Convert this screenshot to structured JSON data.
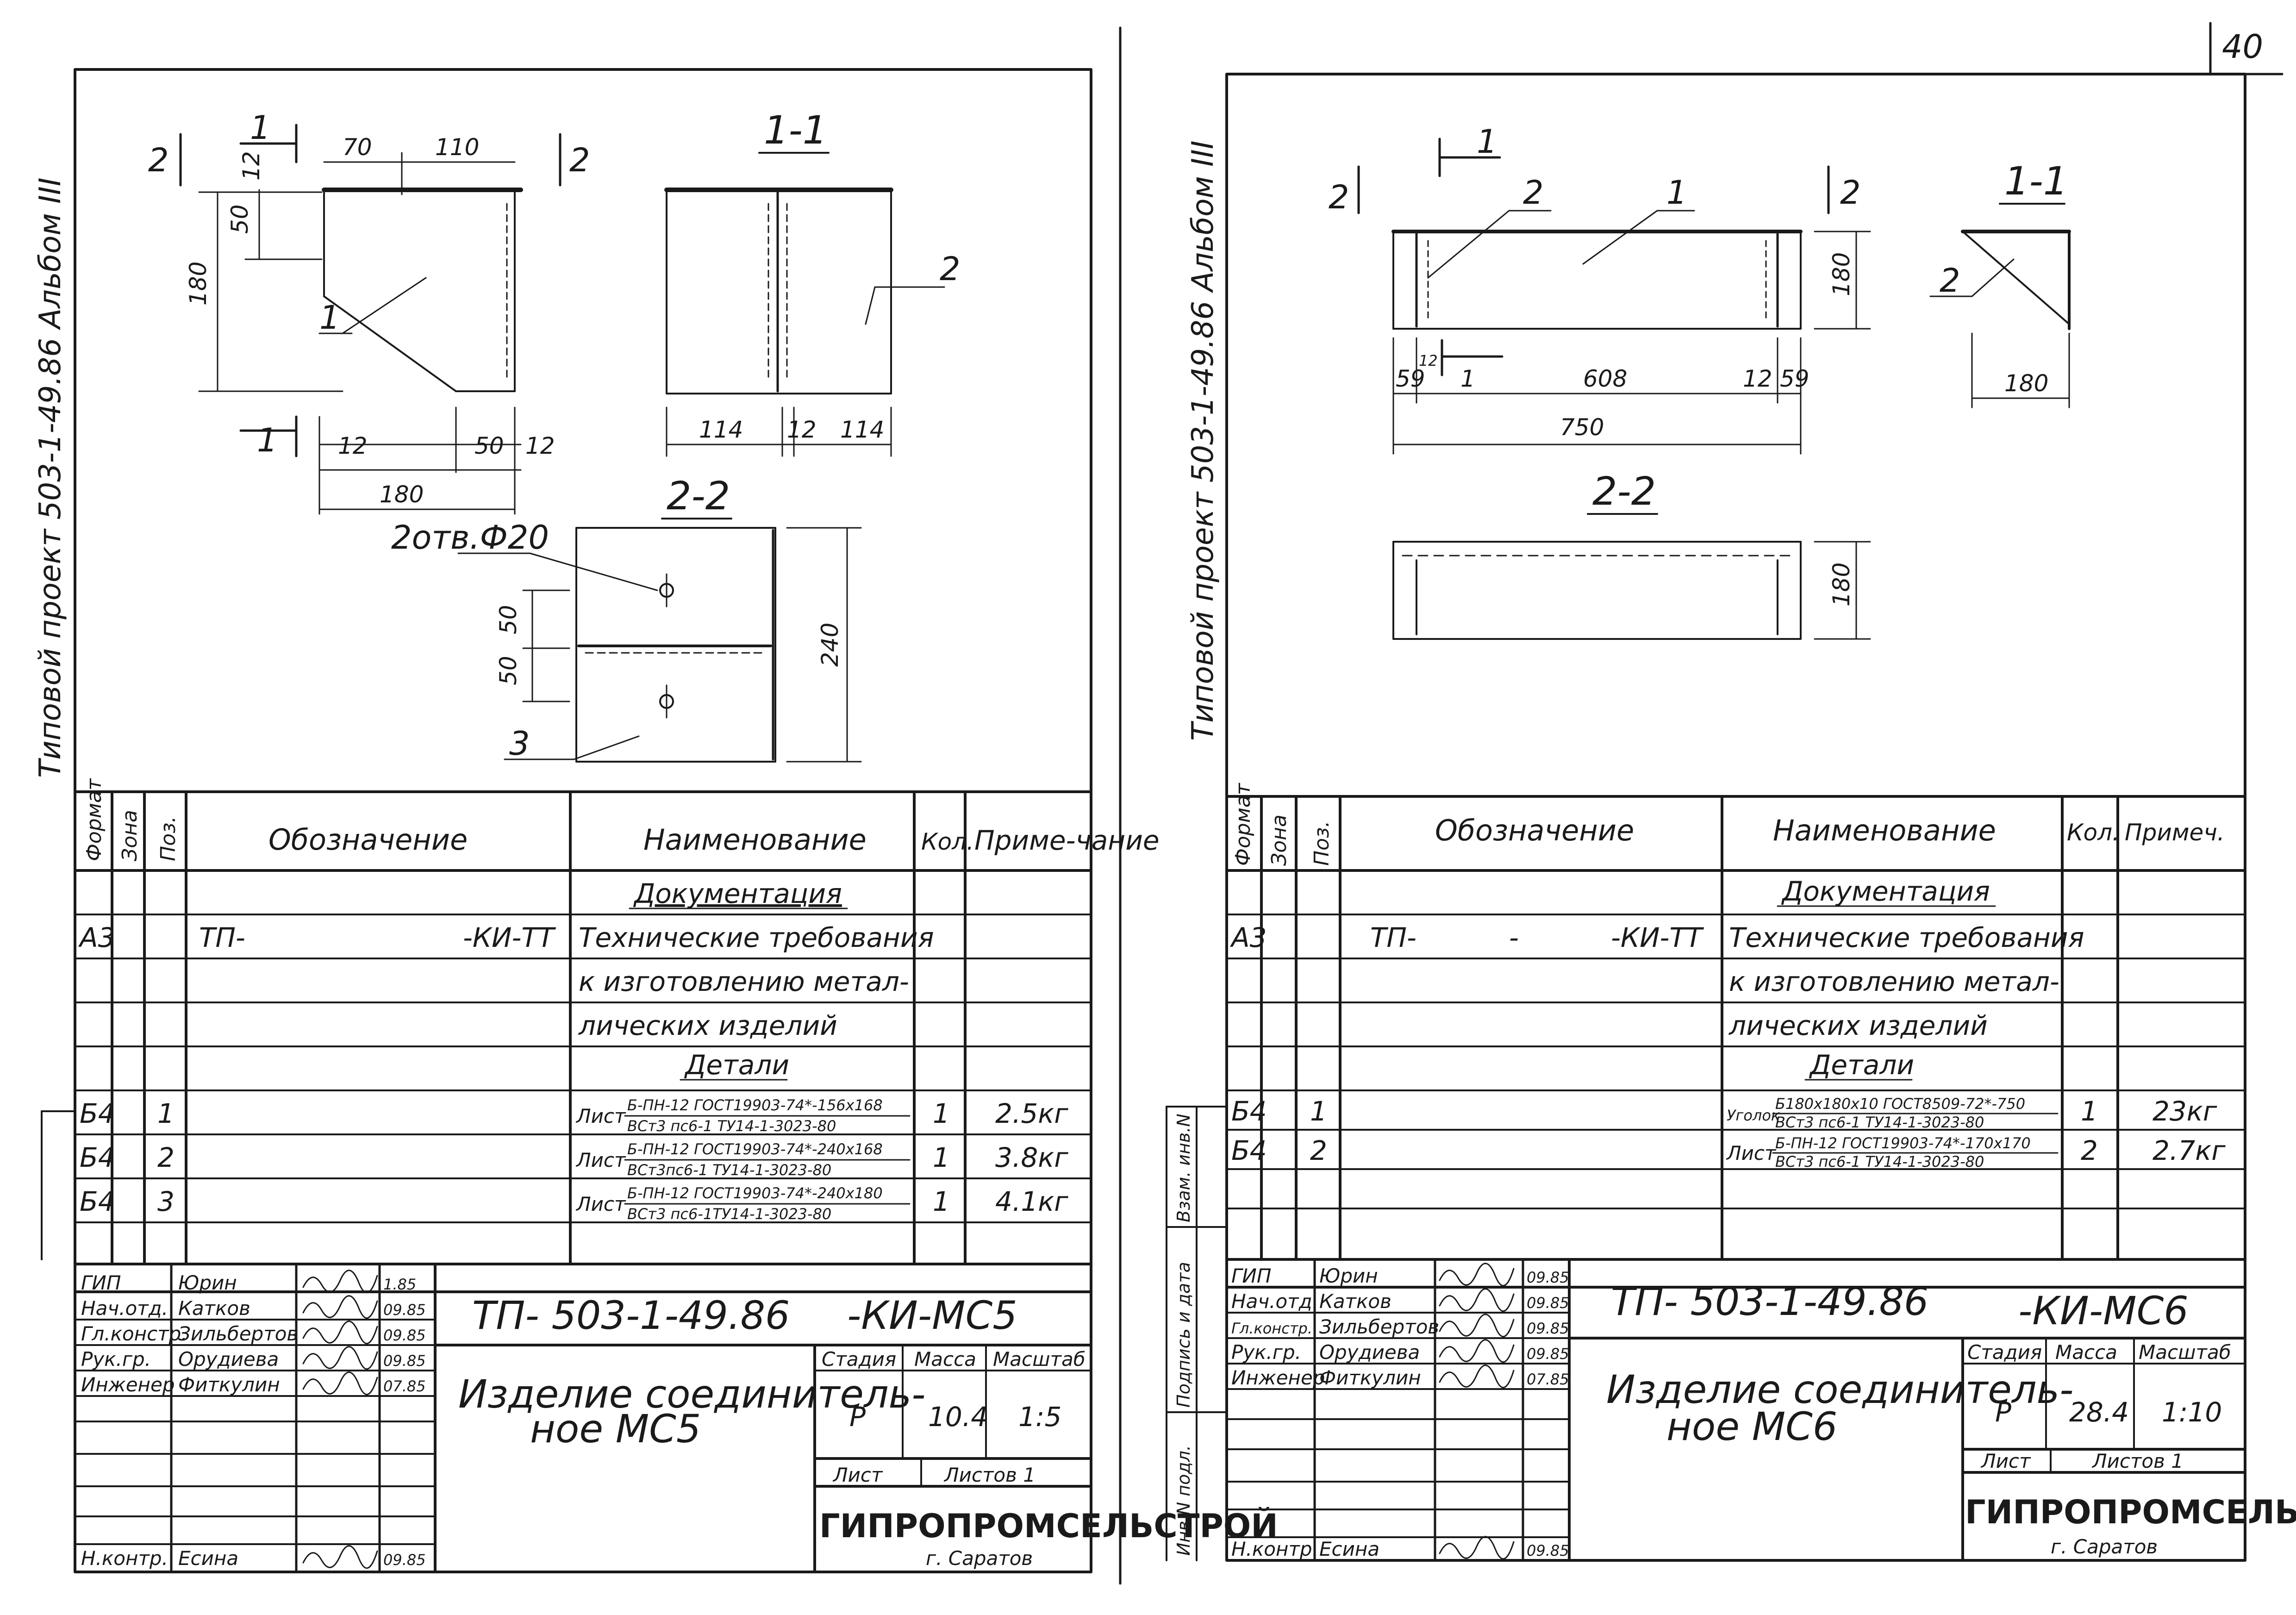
{
  "page_number": "40",
  "sheets": [
    {
      "side_title": "Типовой проект 503-1-49.86 Альбом III",
      "dims": {
        "s2a": "2",
        "s1a": "1",
        "d70": "70",
        "d110": "110",
        "s2b": "2",
        "d12v": "12",
        "d50v": "50",
        "d180v": "180",
        "p1": "1",
        "s1b": "1",
        "d12a": "12",
        "d50h": "50",
        "d12b": "12",
        "d180h": "180",
        "sec11": "1-1",
        "p2": "2",
        "d114a": "114",
        "d12c": "12",
        "d114b": "114",
        "sec22": "2-2",
        "holes": "2отв.Ф20",
        "d50a": "50",
        "d50b": "50",
        "d240": "240",
        "p3": "3"
      },
      "header": {
        "format": "Формат",
        "zone": "Зона",
        "pos": "Поз.",
        "designation": "Обозначение",
        "name": "Наименование",
        "qty": "Кол.",
        "note": "Приме-чание"
      },
      "rows": {
        "doc_section": "Документация",
        "a3": "А3",
        "tp": "ТП-",
        "kitt": "-КИ-ТТ",
        "req1": "Технические требования",
        "req2": "к изготовлению метал-",
        "req3": "лических изделий",
        "det_section": "Детали",
        "r1_fmt": "Б4",
        "r1_pos": "1",
        "r1_kind": "Лист",
        "r1_top": "Б-ПН-12 ГОСТ19903-74*-156х168",
        "r1_bot": "ВСт3 пс6-1 ТУ14-1-3023-80",
        "r1_qty": "1",
        "r1_note": "2.5кг",
        "r2_fmt": "Б4",
        "r2_pos": "2",
        "r2_kind": "Лист",
        "r2_top": "Б-ПН-12 ГОСТ19903-74*-240х168",
        "r2_bot": "ВСт3пс6-1 ТУ14-1-3023-80",
        "r2_qty": "1",
        "r2_note": "3.8кг",
        "r3_fmt": "Б4",
        "r3_pos": "3",
        "r3_kind": "Лист",
        "r3_top": "Б-ПН-12 ГОСТ19903-74*-240х180",
        "r3_bot": "ВСт3 пс6-1ТУ14-1-3023-80",
        "r3_qty": "1",
        "r3_note": "4.1кг"
      },
      "title_block": {
        "roles": [
          "ГИП",
          "Нач.отд.",
          "Гл.констр.",
          "Рук.гр.",
          "Инженер"
        ],
        "names": [
          "Юрин",
          "Катков",
          "Зильбертов",
          "Орудиева",
          "Фиткулин"
        ],
        "dates": [
          "1.85",
          "09.85",
          "09.85",
          "09.85",
          "07.85"
        ],
        "nkontr": "Н.контр.",
        "nkontr_name": "Есина",
        "nkontr_date": "09.85",
        "code": "ТП- 503-1-49.86",
        "mark": "-КИ-МС5",
        "stage_h": "Стадия",
        "mass_h": "Масса",
        "scale_h": "Масштаб",
        "stage": "Р",
        "mass": "10.4",
        "scale": "1:5",
        "item": "Изделие соединитель-",
        "item2": "ное МС5",
        "sheet_h": "Лист",
        "sheets_h": "Листов 1",
        "org": "ГИПРОПРОМСЕЛЬСТРОЙ",
        "city": "г. Саратов"
      }
    },
    {
      "side_title": "Типовой проект 503-1-49.86 Альбом III",
      "side_labels": [
        "Инв.N подл.",
        "Подпись и дата",
        "Взам. инв.N"
      ],
      "dims": {
        "s2a": "2",
        "s1a": "1",
        "p2": "2",
        "p1": "1",
        "s2b": "2",
        "d180v": "180",
        "d59a": "59",
        "d12a": "12",
        "d1": "1",
        "d608": "608",
        "d12b": "12",
        "d59b": "59",
        "d750": "750",
        "sec22": "2-2",
        "d180b": "180",
        "sec11": "1-1",
        "p2b": "2",
        "d180c": "180"
      },
      "header": {
        "format": "Формат",
        "zone": "Зона",
        "pos": "Поз.",
        "designation": "Обозначение",
        "name": "Наименование",
        "qty": "Кол.",
        "note": "Примеч."
      },
      "rows": {
        "doc_section": "Документация",
        "a3": "А3",
        "tp": "ТП-",
        "dash": "-",
        "kitt": "-КИ-ТТ",
        "req1": "Технические требования",
        "req2": "к изготовлению метал-",
        "req3": "лических изделий",
        "det_section": "Детали",
        "r1_fmt": "Б4",
        "r1_pos": "1",
        "r1_kind": "Уголок",
        "r1_top": "Б180х180х10 ГОСТ8509-72*-750",
        "r1_bot": "ВСт3 пс6-1 ТУ14-1-3023-80",
        "r1_qty": "1",
        "r1_note": "23кг",
        "r2_fmt": "Б4",
        "r2_pos": "2",
        "r2_kind": "Лист",
        "r2_top": "Б-ПН-12 ГОСТ19903-74*-170х170",
        "r2_bot": "ВСт3 пс6-1 ТУ14-1-3023-80",
        "r2_qty": "2",
        "r2_note": "2.7кг"
      },
      "title_block": {
        "roles": [
          "ГИП",
          "Нач.отд.",
          "Гл.констр.",
          "Рук.гр.",
          "Инженер"
        ],
        "names": [
          "Юрин",
          "Катков",
          "Зильбертов",
          "Орудиева",
          "Фиткулин"
        ],
        "dates": [
          "09.85",
          "09.85",
          "09.85",
          "09.85",
          "07.85"
        ],
        "nkontr": "Н.контр.",
        "nkontr_name": "Есина",
        "nkontr_date": "09.85",
        "code": "ТП- 503-1-49.86",
        "mark": "-КИ-МС6",
        "stage_h": "Стадия",
        "mass_h": "Масса",
        "scale_h": "Масштаб",
        "stage": "Р",
        "mass": "28.4",
        "scale": "1:10",
        "item": "Изделие соединитель-",
        "item2": "ное МС6",
        "sheet_h": "Лист",
        "sheets_h": "Листов 1",
        "org": "ГИПРОПРОМСЕЛЬСТРОЙ",
        "city": "г. Саратов"
      }
    }
  ]
}
